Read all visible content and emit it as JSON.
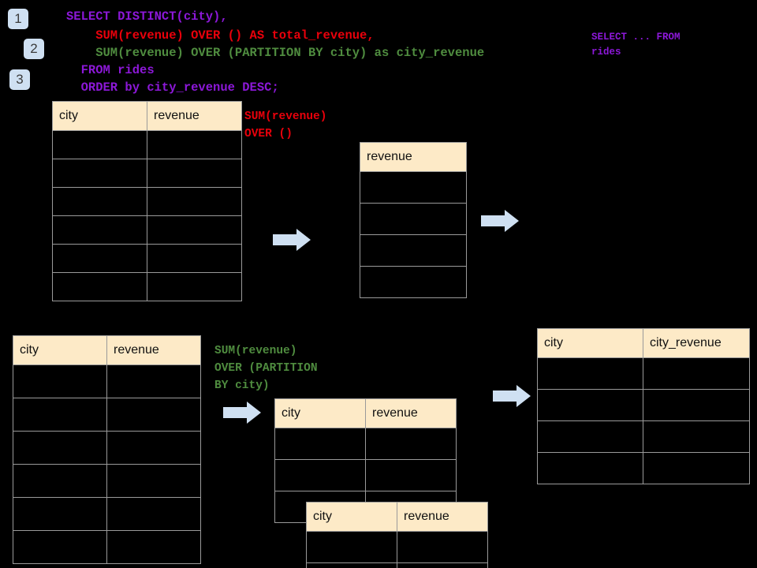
{
  "steps": [
    {
      "label": "1"
    },
    {
      "label": "2"
    },
    {
      "label": "3"
    }
  ],
  "colors": {
    "background": "#000000",
    "header_fill": "#fdeac7",
    "grid_line": "#9a9a9a",
    "badge_fill": "#cfe0f2",
    "arrow_fill": "#cfe0f2",
    "sql_purple": "#8c18d8",
    "sql_red": "#e8000b",
    "sql_green": "#4f8c3f"
  },
  "sql": {
    "line1": "SELECT DISTINCT(city),",
    "line2": "    SUM(revenue) OVER () AS total_revenue,",
    "line3": "    SUM(revenue) OVER (PARTITION BY city) as city_revenue",
    "line4": "  FROM rides",
    "line5": "  ORDER by city_revenue DESC;"
  },
  "sidenote": {
    "text": "SELECT ... FROM\nrides"
  },
  "annotations": {
    "over_empty": "SUM(revenue)\nOVER ()",
    "over_partition": "SUM(revenue)\nOVER (PARTITION\nBY city)"
  },
  "tables": {
    "source_top": {
      "name": "rides-source-top",
      "headers": [
        "city",
        "revenue"
      ],
      "row_count": 6,
      "rows": [
        [
          "",
          ""
        ],
        [
          "",
          ""
        ],
        [
          "",
          ""
        ],
        [
          "",
          ""
        ],
        [
          "",
          ""
        ],
        [
          "",
          ""
        ]
      ]
    },
    "total_revenue": {
      "name": "total-revenue-result",
      "headers": [
        "revenue"
      ],
      "row_count": 4,
      "rows": [
        [
          ""
        ],
        [
          ""
        ],
        [
          ""
        ],
        [
          ""
        ]
      ]
    },
    "source_bottom": {
      "name": "rides-source-bottom",
      "headers": [
        "city",
        "revenue"
      ],
      "row_count": 6,
      "rows": [
        [
          "",
          ""
        ],
        [
          "",
          ""
        ],
        [
          "",
          ""
        ],
        [
          "",
          ""
        ],
        [
          "",
          ""
        ],
        [
          "",
          ""
        ]
      ]
    },
    "partition_back": {
      "name": "partition-group-back",
      "headers": [
        "city",
        "revenue"
      ],
      "row_count": 3,
      "rows": [
        [
          "",
          ""
        ],
        [
          "",
          ""
        ],
        [
          "",
          ""
        ]
      ]
    },
    "partition_front": {
      "name": "partition-group-front",
      "headers": [
        "city",
        "revenue"
      ],
      "row_count": 2,
      "rows": [
        [
          "",
          ""
        ],
        [
          "",
          ""
        ]
      ]
    },
    "final_result": {
      "name": "city-revenue-result",
      "headers": [
        "city",
        "city_revenue"
      ],
      "row_count": 4,
      "rows": [
        [
          "",
          ""
        ],
        [
          "",
          ""
        ],
        [
          "",
          ""
        ],
        [
          "",
          ""
        ]
      ]
    }
  },
  "arrows": [
    {
      "name": "arrow-source-to-total"
    },
    {
      "name": "arrow-total-to-final"
    },
    {
      "name": "arrow-source-to-partition"
    },
    {
      "name": "arrow-partition-to-final"
    }
  ]
}
